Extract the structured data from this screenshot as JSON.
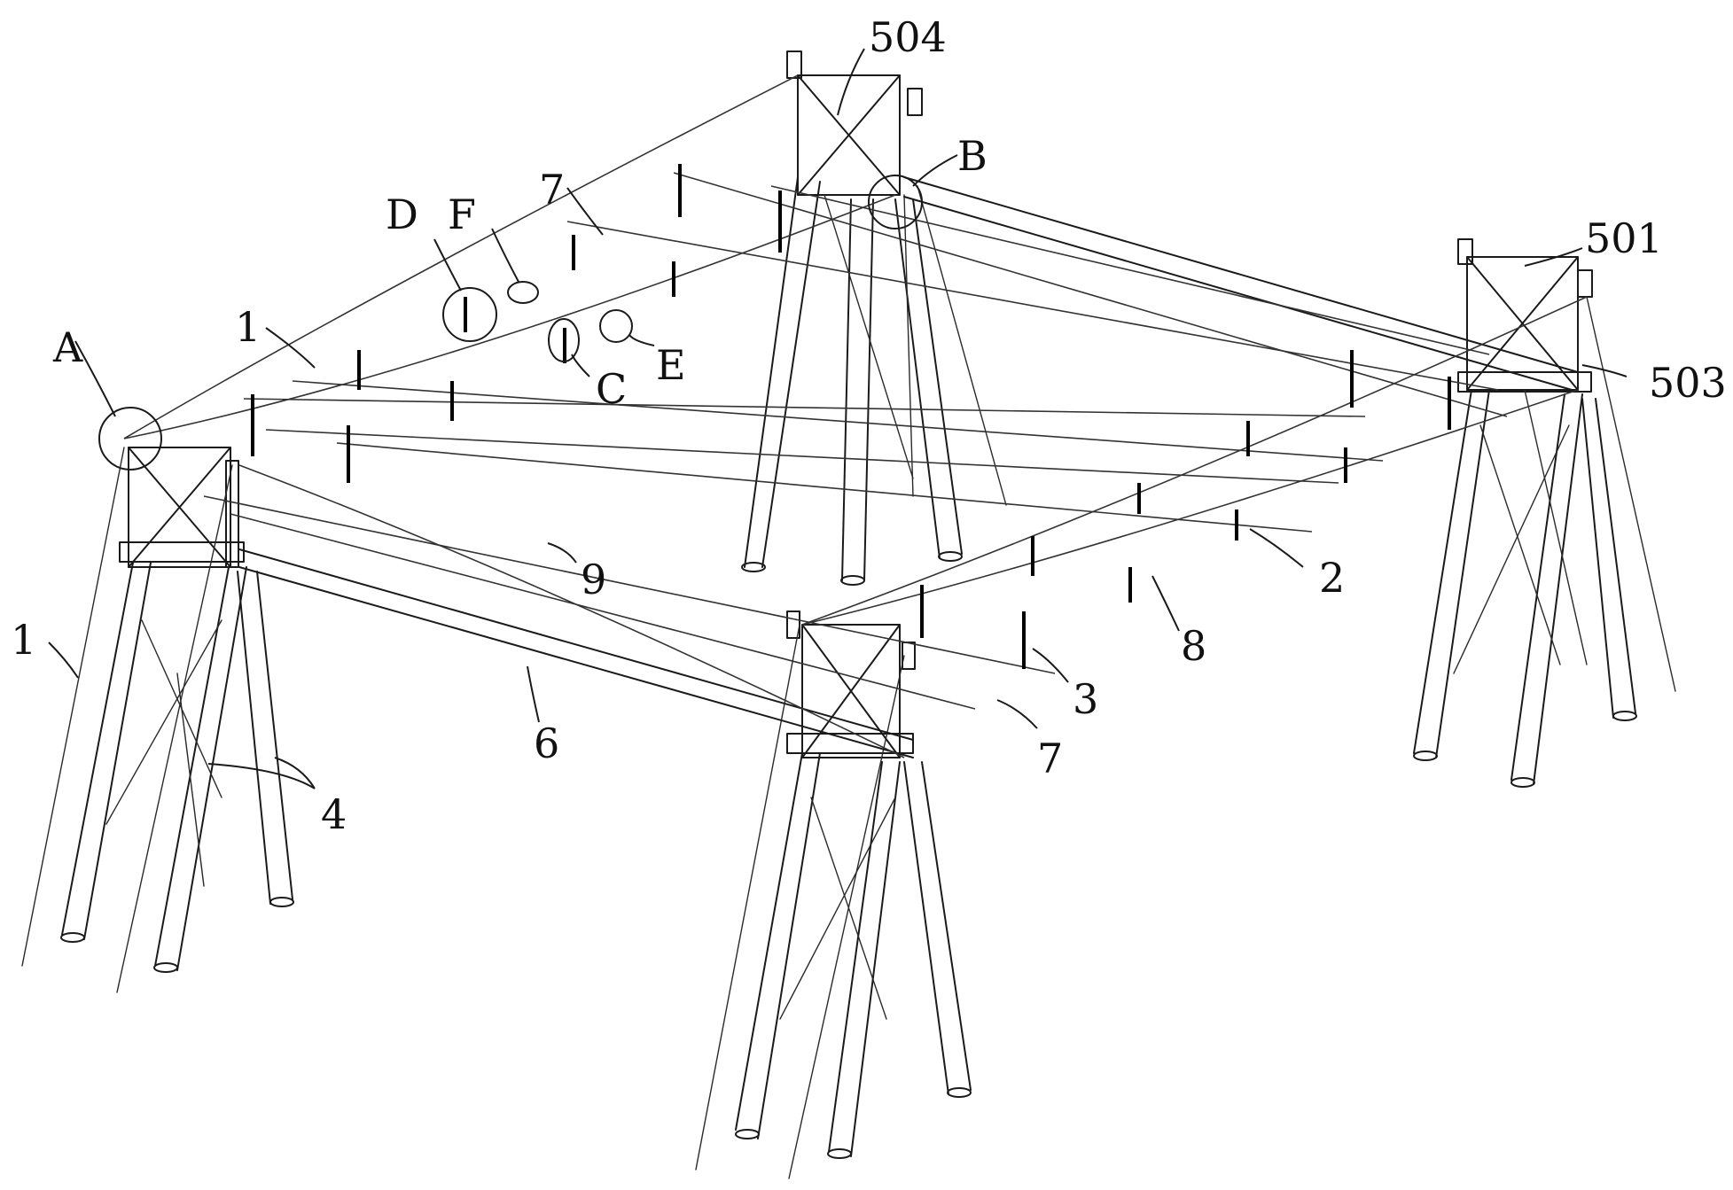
{
  "labels": {
    "l504": "504",
    "lB": "B",
    "l501": "501",
    "l503": "503",
    "l7top": "7",
    "lD": "D",
    "lF": "F",
    "lA": "A",
    "l1top": "1",
    "lE": "E",
    "lC": "C",
    "l2": "2",
    "l9": "9",
    "l8": "8",
    "l3": "3",
    "l1left": "1",
    "l6": "6",
    "l7bottom": "7",
    "l4": "4"
  }
}
